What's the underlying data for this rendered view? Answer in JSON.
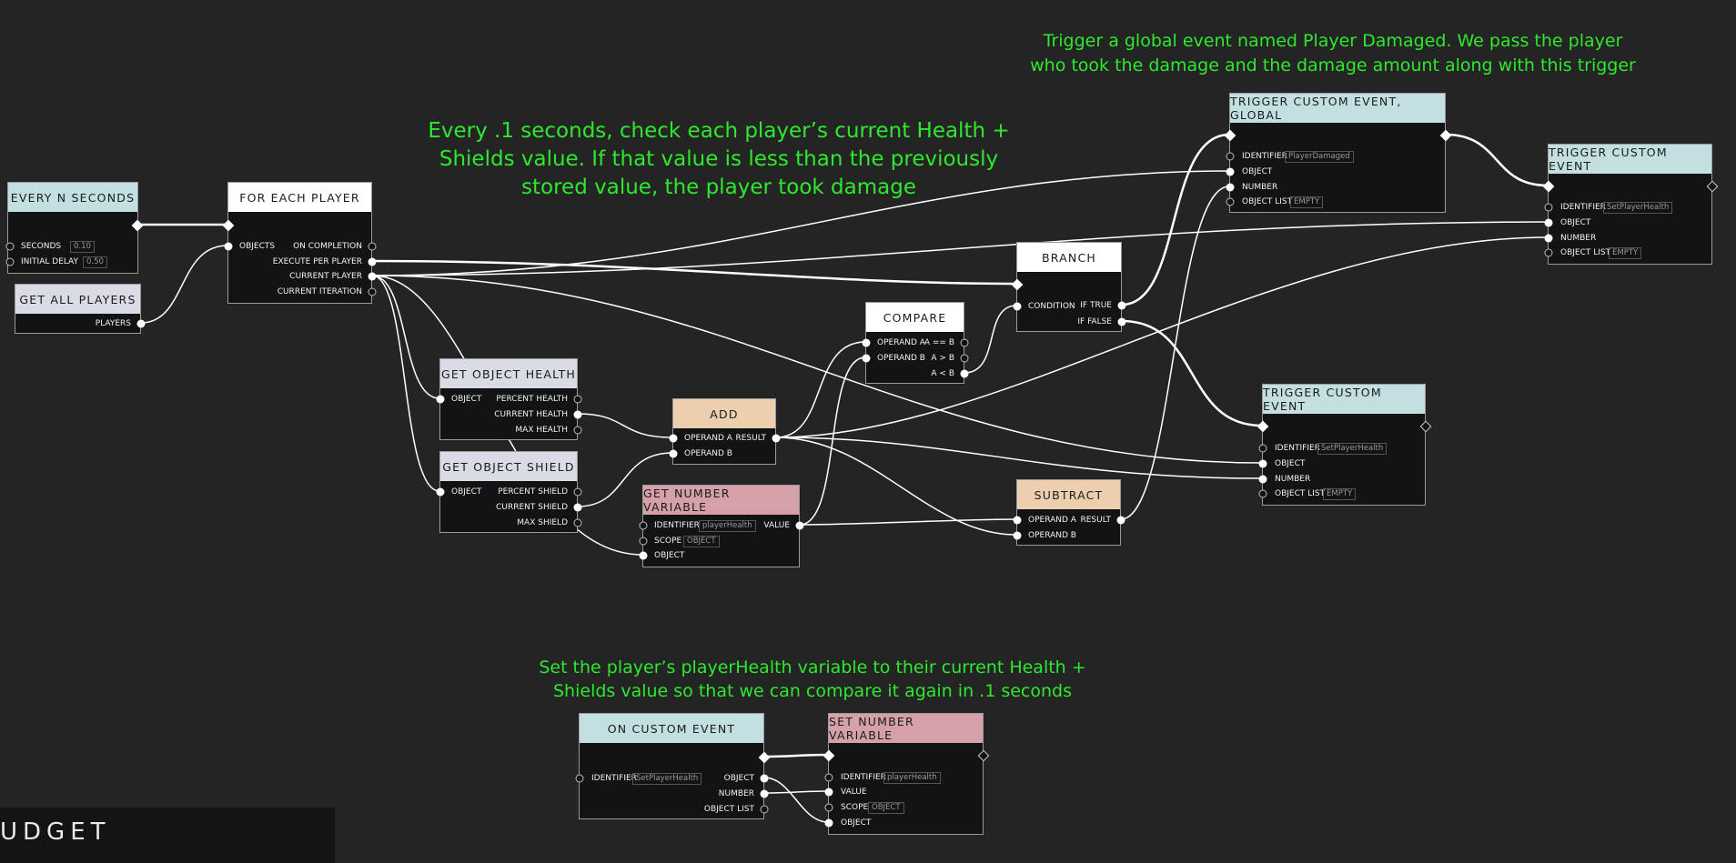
{
  "comments": {
    "trigger_global": "Trigger a global event named Player Damaged. We pass the player who took the damage and the damage amount along with this trigger",
    "check_health": "Every .1 seconds, check each player’s current Health + Shields value. If that value is less than the previously stored value, the player took damage",
    "set_player_health": "Set the player’s  playerHealth variable to their current Health + Shields value so that we can compare it again in .1 seconds"
  },
  "nodes": {
    "every_n_seconds": {
      "title": "EVERY N SECONDS",
      "seconds_label": "SECONDS",
      "seconds_value": "0.10",
      "initial_delay_label": "INITIAL DELAY",
      "initial_delay_value": "0.50"
    },
    "get_all_players": {
      "title": "GET ALL PLAYERS",
      "players_label": "PLAYERS"
    },
    "for_each_player": {
      "title": "FOR EACH PLAYER",
      "objects_label": "OBJECTS",
      "on_completion_label": "ON COMPLETION",
      "execute_per_player_label": "EXECUTE PER PLAYER",
      "current_player_label": "CURRENT PLAYER",
      "current_iteration_label": "CURRENT ITERATION"
    },
    "get_object_health": {
      "title": "GET OBJECT HEALTH",
      "object_label": "OBJECT",
      "percent_health_label": "PERCENT HEALTH",
      "current_health_label": "CURRENT HEALTH",
      "max_health_label": "MAX HEALTH"
    },
    "get_object_shield": {
      "title": "GET OBJECT SHIELD",
      "object_label": "OBJECT",
      "percent_shield_label": "PERCENT SHIELD",
      "current_shield_label": "CURRENT SHIELD",
      "max_shield_label": "MAX SHIELD"
    },
    "add": {
      "title": "ADD",
      "operand_a_label": "OPERAND A",
      "operand_b_label": "OPERAND B",
      "result_label": "RESULT"
    },
    "get_number_variable": {
      "title": "GET NUMBER VARIABLE",
      "identifier_label": "IDENTIFIER",
      "identifier_value": "playerHealth",
      "scope_label": "SCOPE",
      "scope_value": "OBJECT",
      "object_label": "OBJECT",
      "value_label": "VALUE"
    },
    "compare": {
      "title": "COMPARE",
      "operand_a_label": "OPERAND A",
      "operand_b_label": "OPERAND B",
      "eq_label": "A == B",
      "gt_label": "A > B",
      "lt_label": "A < B"
    },
    "branch": {
      "title": "BRANCH",
      "condition_label": "CONDITION",
      "if_true_label": "IF TRUE",
      "if_false_label": "IF FALSE"
    },
    "subtract": {
      "title": "SUBTRACT",
      "operand_a_label": "OPERAND A",
      "operand_b_label": "OPERAND B",
      "result_label": "RESULT"
    },
    "trigger_global": {
      "title": "TRIGGER CUSTOM EVENT, GLOBAL",
      "identifier_label": "IDENTIFIER",
      "identifier_value": "PlayerDamaged",
      "object_label": "OBJECT",
      "number_label": "NUMBER",
      "object_list_label": "OBJECT LIST",
      "object_list_value": "EMPTY"
    },
    "trigger_custom_top": {
      "title": "TRIGGER CUSTOM EVENT",
      "identifier_label": "IDENTIFIER",
      "identifier_value": "SetPlayerHealth",
      "object_label": "OBJECT",
      "number_label": "NUMBER",
      "object_list_label": "OBJECT LIST",
      "object_list_value": "EMPTY"
    },
    "trigger_custom_mid": {
      "title": "TRIGGER CUSTOM EVENT",
      "identifier_label": "IDENTIFIER",
      "identifier_value": "SetPlayerHealth",
      "object_label": "OBJECT",
      "number_label": "NUMBER",
      "object_list_label": "OBJECT LIST",
      "object_list_value": "EMPTY"
    },
    "on_custom_event": {
      "title": "ON CUSTOM EVENT",
      "identifier_label": "IDENTIFIER",
      "identifier_value": "SetPlayerHealth",
      "object_label": "OBJECT",
      "number_label": "NUMBER",
      "object_list_label": "OBJECT LIST"
    },
    "set_number_variable": {
      "title": "SET NUMBER VARIABLE",
      "identifier_label": "IDENTIFIER",
      "identifier_value": "playerHealth",
      "value_label": "VALUE",
      "scope_label": "SCOPE",
      "scope_value": "OBJECT",
      "object_label": "OBJECT"
    }
  },
  "footer": {
    "text": "UDGET"
  },
  "colors": {
    "header_blue": "#c3dfe2",
    "header_white": "#ffffff",
    "header_grey": "#d9dbe5",
    "header_tan": "#eccfae",
    "header_pink": "#d5a0a8",
    "comment_green": "#2ee82e",
    "background": "#242424"
  }
}
